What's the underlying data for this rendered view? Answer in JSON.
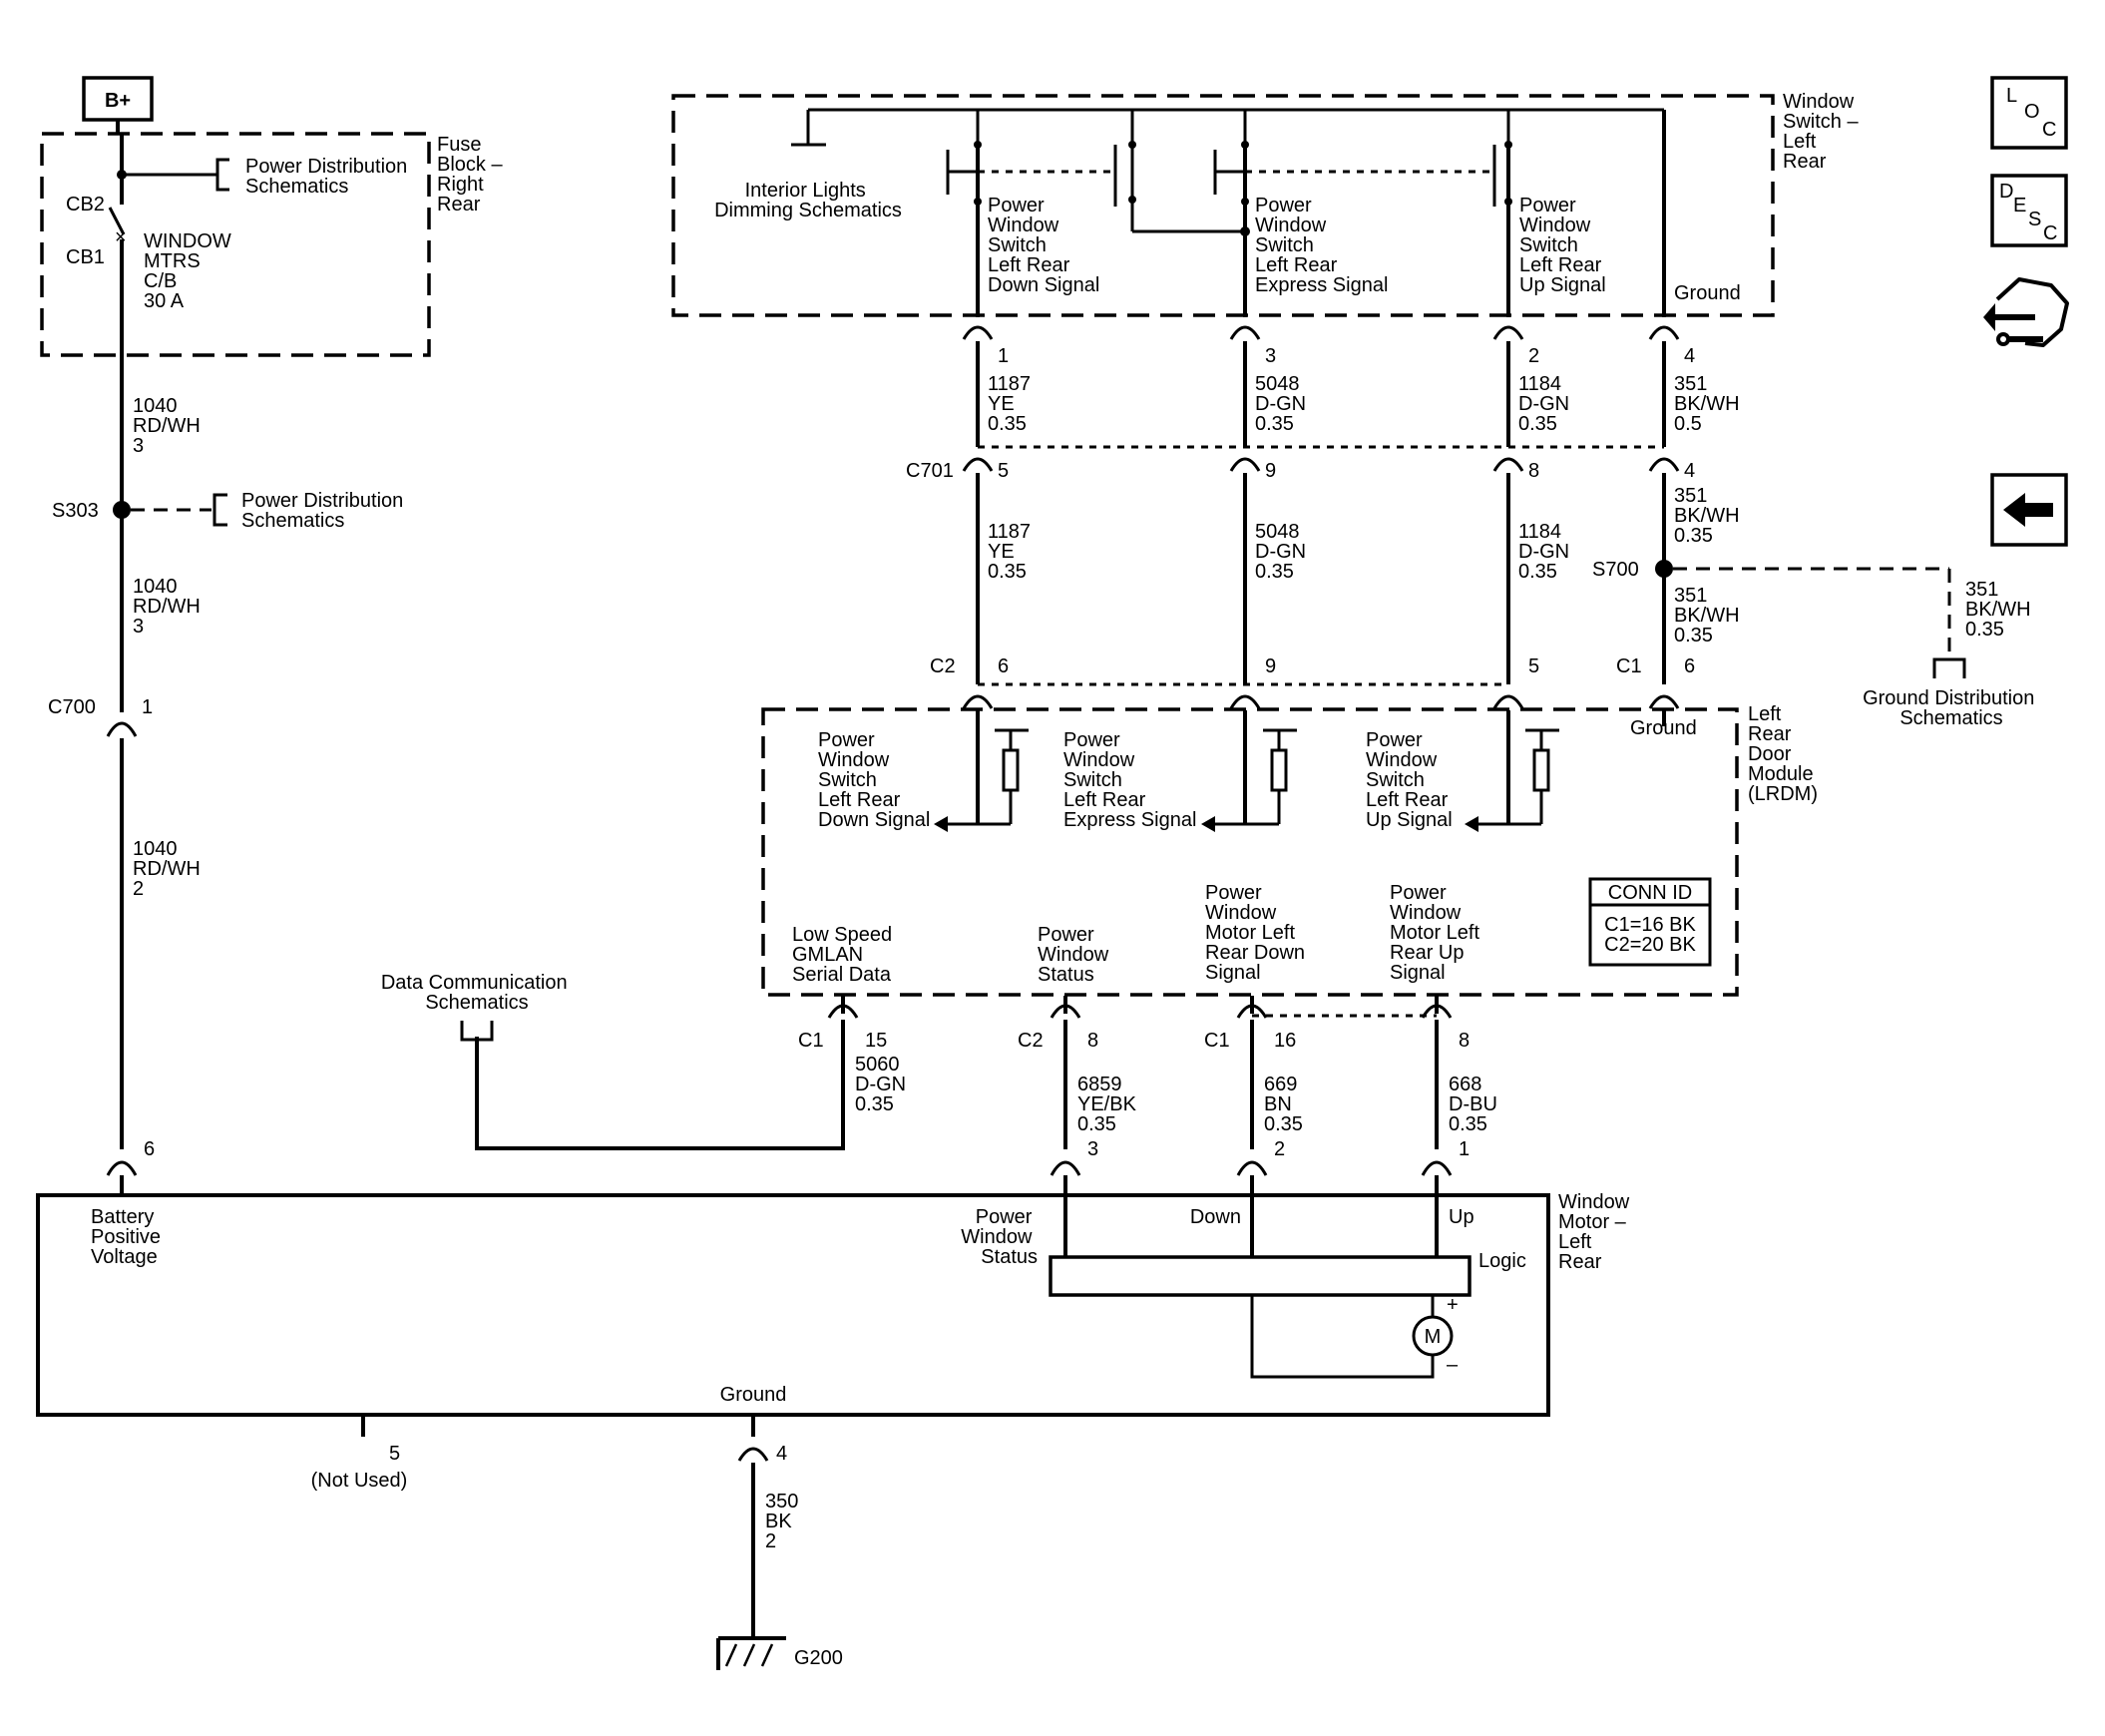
{
  "battery": {
    "label": "B+"
  },
  "fuse_block": {
    "title": [
      "Fuse",
      "Block –",
      "Right",
      "Rear"
    ],
    "power_dist": [
      "Power Distribution",
      "Schematics"
    ],
    "cb2": "CB2",
    "cb1": "CB1",
    "breaker": [
      "WINDOW",
      "MTRS",
      "C/B",
      "30 A"
    ]
  },
  "feed": {
    "wire1": [
      "1040",
      "RD/WH",
      "3"
    ],
    "splice": "S303",
    "power_dist": [
      "Power Distribution",
      "Schematics"
    ],
    "wire2": [
      "1040",
      "RD/WH",
      "3"
    ],
    "conn": "C700",
    "conn_pin": "1",
    "wire3": [
      "1040",
      "RD/WH",
      "2"
    ],
    "motor_pin": "6"
  },
  "switch": {
    "title": [
      "Window",
      "Switch –",
      "Left",
      "Rear"
    ],
    "interior": [
      "Interior Lights",
      "Dimming Schematics"
    ],
    "down": [
      "Power",
      "Window",
      "Switch",
      "Left Rear",
      "Down Signal"
    ],
    "express": [
      "Power",
      "Window",
      "Switch",
      "Left Rear",
      "Express Signal"
    ],
    "up": [
      "Power",
      "Window",
      "Switch",
      "Left Rear",
      "Up Signal"
    ],
    "ground": "Ground"
  },
  "columns": [
    {
      "pin_top": "1",
      "wire_a": [
        "1187",
        "YE",
        "0.35"
      ],
      "c701": "5",
      "wire_b": [
        "1187",
        "YE",
        "0.35"
      ],
      "c2": "6"
    },
    {
      "pin_top": "3",
      "wire_a": [
        "5048",
        "D-GN",
        "0.35"
      ],
      "c701": "9",
      "wire_b": [
        "5048",
        "D-GN",
        "0.35"
      ],
      "c2": "9"
    },
    {
      "pin_top": "2",
      "wire_a": [
        "1184",
        "D-GN",
        "0.35"
      ],
      "c701": "8",
      "wire_b": [
        "1184",
        "D-GN",
        "0.35"
      ],
      "c2": "5"
    },
    {
      "pin_top": "4",
      "wire_a": [
        "351",
        "BK/WH",
        "0.5"
      ],
      "c701": "4",
      "wire_b": [
        "351",
        "BK/WH",
        "0.35"
      ],
      "wire_c": [
        "351",
        "BK/WH",
        "0.35"
      ],
      "c1": "6"
    }
  ],
  "connectors": {
    "c701": "C701",
    "c2": "C2",
    "c1": "C1",
    "s700": "S700"
  },
  "ground_dist": {
    "wire": [
      "351",
      "BK/WH",
      "0.35"
    ],
    "label": [
      "Ground Distribution",
      "Schematics"
    ]
  },
  "lrdm": {
    "title": [
      "Left",
      "Rear",
      "Door",
      "Module",
      "(LRDM)"
    ],
    "ground": "Ground",
    "down": [
      "Power",
      "Window",
      "Switch",
      "Left Rear",
      "Down Signal"
    ],
    "express": [
      "Power",
      "Window",
      "Switch",
      "Left Rear",
      "Express Signal"
    ],
    "up": [
      "Power",
      "Window",
      "Switch",
      "Left Rear",
      "Up Signal"
    ],
    "gmlan": [
      "Low Speed",
      "GMLAN",
      "Serial Data"
    ],
    "status": [
      "Power",
      "Window",
      "Status"
    ],
    "motor_down": [
      "Power",
      "Window",
      "Motor Left",
      "Rear Down",
      "Signal"
    ],
    "motor_up": [
      "Power",
      "Window",
      "Motor Left",
      "Rear Up",
      "Signal"
    ],
    "conn_id": {
      "title": "CONN ID",
      "lines": [
        "C1=16 BK",
        "C2=20 BK"
      ]
    }
  },
  "data_comm": [
    "Data Communication",
    "Schematics"
  ],
  "lower": {
    "gmlan": {
      "conn": "C1",
      "pin": "15",
      "wire": [
        "5060",
        "D-GN",
        "0.35"
      ]
    },
    "status": {
      "conn": "C2",
      "pin": "8",
      "wire": [
        "6859",
        "YE/BK",
        "0.35"
      ],
      "motor_pin": "3"
    },
    "down": {
      "conn": "C1",
      "pin": "16",
      "wire": [
        "669",
        "BN",
        "0.35"
      ],
      "motor_pin": "2"
    },
    "up": {
      "pin": "8",
      "wire": [
        "668",
        "D-BU",
        "0.35"
      ],
      "motor_pin": "1"
    }
  },
  "motor": {
    "title": [
      "Window",
      "Motor –",
      "Left",
      "Rear"
    ],
    "battery": [
      "Battery",
      "Positive",
      "Voltage"
    ],
    "status": [
      "Power",
      "Window",
      "Status"
    ],
    "down": "Down",
    "up": "Up",
    "logic": "Logic",
    "m": "M",
    "plus": "+",
    "minus": "–",
    "ground": "Ground"
  },
  "ground": {
    "pin5": "5",
    "not_used": "(Not Used)",
    "pin4": "4",
    "wire": [
      "350",
      "BK",
      "2"
    ],
    "g200": "G200"
  },
  "icons": {
    "loc": [
      "L",
      "O",
      "C"
    ],
    "desc": [
      "D",
      "E",
      "S",
      "C"
    ]
  }
}
